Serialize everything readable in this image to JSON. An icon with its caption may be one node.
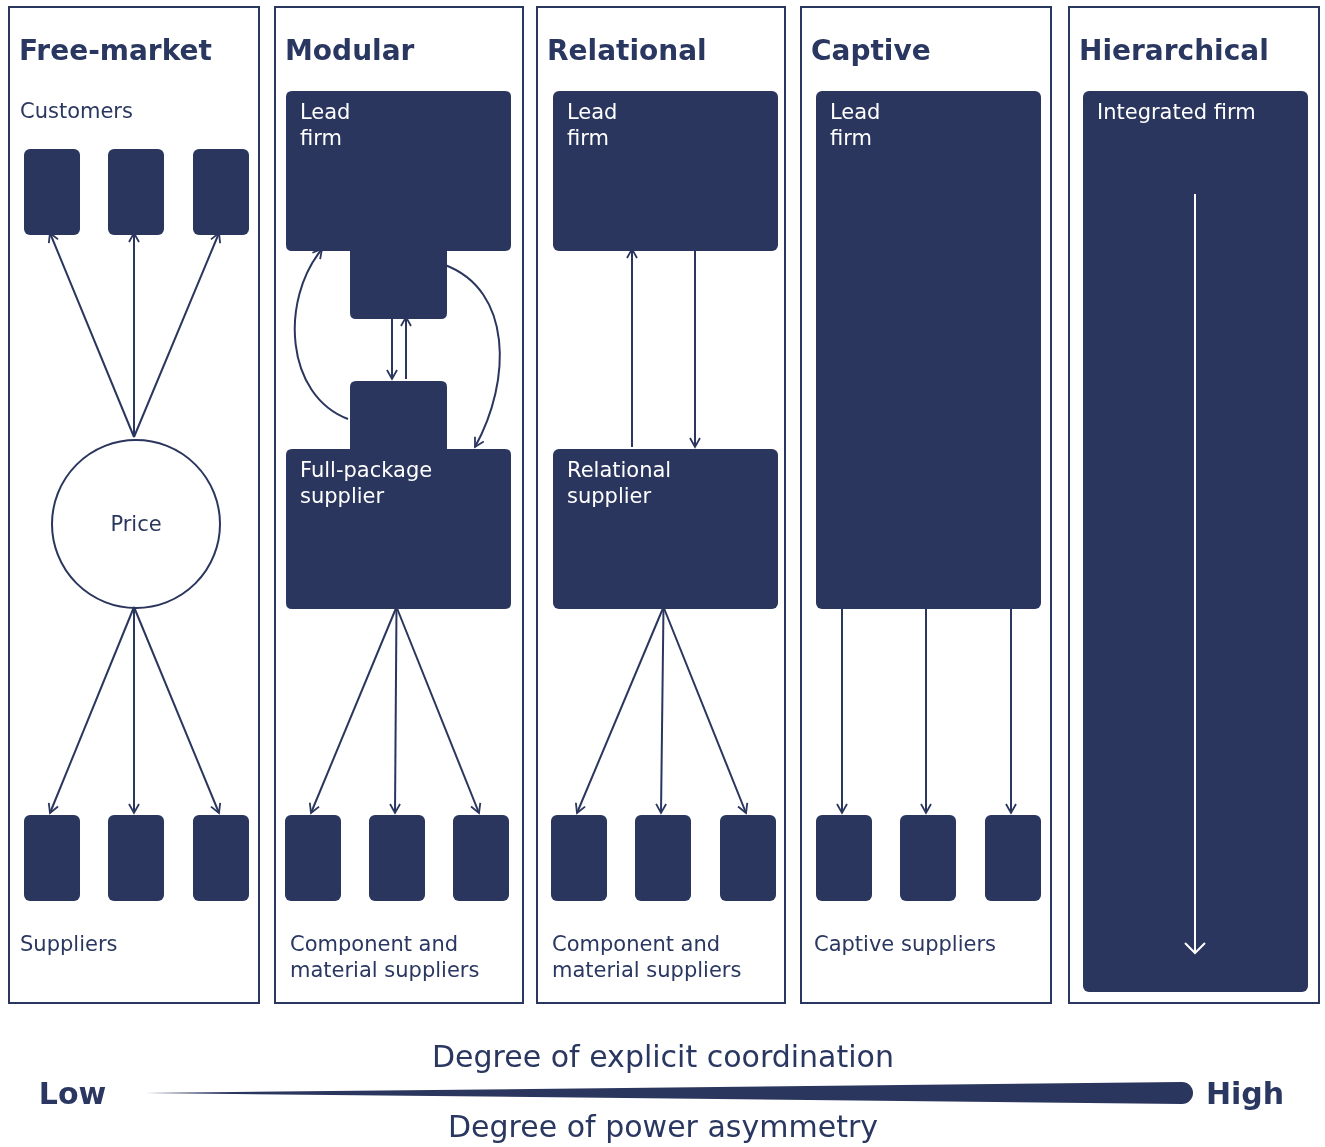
{
  "diagram": {
    "nodes": [
      {
        "text": [
          "Free-market"
        ]
      },
      {
        "text": [],
        "shape": "box",
        "in": 0
      },
      {
        "text": [],
        "shape": "box",
        "in": 0
      },
      {
        "text": [],
        "shape": "box",
        "in": 0
      },
      {
        "text": [
          "Price"
        ],
        "in": 0
      },
      {
        "text": [],
        "shape": "box",
        "in": 0
      },
      {
        "text": [],
        "shape": "box",
        "in": 0
      },
      {
        "text": [],
        "shape": "box",
        "in": 0
      },
      {
        "text": [
          "Modular"
        ]
      },
      {
        "text": [
          "Lead firm"
        ],
        "in": 8
      },
      {
        "text": [
          "Full-package supplier"
        ],
        "in": 8
      },
      {
        "text": [],
        "shape": "box",
        "in": 8
      },
      {
        "text": [],
        "shape": "box",
        "in": 8
      },
      {
        "text": [],
        "shape": "box",
        "in": 8
      },
      {
        "text": [
          "Relational"
        ]
      },
      {
        "text": [
          "Lead firm"
        ],
        "in": 14
      },
      {
        "text": [
          "Relational supplier"
        ],
        "in": 14
      },
      {
        "text": [],
        "shape": "box",
        "in": 14
      },
      {
        "text": [],
        "shape": "box",
        "in": 14
      },
      {
        "text": [],
        "shape": "box",
        "in": 14
      },
      {
        "text": [
          "Captive"
        ]
      },
      {
        "text": [
          "Lead firm"
        ],
        "in": 20
      },
      {
        "text": [],
        "shape": "box",
        "in": 20
      },
      {
        "text": [],
        "shape": "box",
        "in": 20
      },
      {
        "text": [],
        "shape": "box",
        "in": 20
      },
      {
        "text": [
          "Hierarchical"
        ]
      },
      {
        "text": [
          "Integrated firm"
        ],
        "in": 25
      }
    ],
    "edges": [
      {
        "from": 4,
        "to": 1,
        "arrow": "to"
      },
      {
        "from": 4,
        "to": 2,
        "arrow": "to"
      },
      {
        "from": 4,
        "to": 3,
        "arrow": "to"
      },
      {
        "from": 4,
        "to": 5,
        "arrow": "to"
      },
      {
        "from": 4,
        "to": 6,
        "arrow": "to"
      },
      {
        "from": 4,
        "to": 7,
        "arrow": "to"
      },
      {
        "from": 9,
        "to": 10,
        "arrow": "to"
      },
      {
        "from": 10,
        "to": 9,
        "arrow": "to"
      },
      {
        "from": 10,
        "to": 9,
        "arrow": "to"
      },
      {
        "from": 9,
        "to": 10,
        "arrow": "to"
      },
      {
        "from": 10,
        "to": 11,
        "arrow": "to"
      },
      {
        "from": 10,
        "to": 12,
        "arrow": "to"
      },
      {
        "from": 10,
        "to": 13,
        "arrow": "to"
      },
      {
        "from": 16,
        "to": 15,
        "arrow": "to"
      },
      {
        "from": 15,
        "to": 16,
        "arrow": "to"
      },
      {
        "from": 16,
        "to": 17,
        "arrow": "to"
      },
      {
        "from": 16,
        "to": 18,
        "arrow": "to"
      },
      {
        "from": 16,
        "to": 19,
        "arrow": "to"
      },
      {
        "from": 21,
        "to": 22,
        "arrow": "to"
      },
      {
        "from": 21,
        "to": 23,
        "arrow": "to"
      },
      {
        "from": 21,
        "to": 24,
        "arrow": "to"
      }
    ],
    "labels": [
      "Customers",
      "Suppliers",
      "Component and material suppliers",
      "Component and material suppliers",
      "Captive suppliers",
      "Degree of explicit coordination",
      "Low",
      "High",
      "Degree of power asymmetry"
    ]
  }
}
